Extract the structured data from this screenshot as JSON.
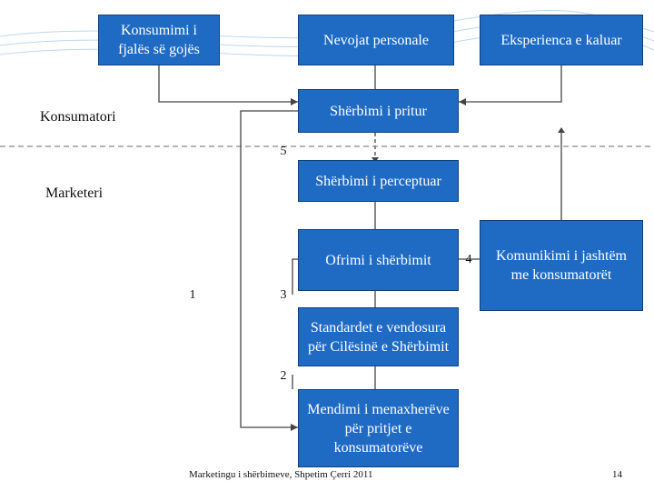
{
  "boxes": {
    "word_of_mouth": "Konsumimi i fjalës së gojës",
    "personal_needs": "Nevojat personale",
    "past_experience": "Eksperienca e kaluar",
    "expected_service": "Shërbimi i pritur",
    "perceived_service": "Shërbimi i perceptuar",
    "service_delivery": "Ofrimi i shërbimit",
    "external_communication": "Komunikimi i jashtëm me konsumatorët",
    "quality_standards": "Standardet e vendosura për Cilësinë e Shërbimit",
    "management_perceptions": "Mendimi i menaxherëve për pritjet e konsumatorëve"
  },
  "labels": {
    "consumer": "Konsumatori",
    "marketer": "Marketeri"
  },
  "gaps": {
    "gap1": "1",
    "gap2": "2",
    "gap3": "3",
    "gap4": "4",
    "gap5": "5"
  },
  "footer": {
    "credit": "Marketingu i shërbimeve, Shpetim Çerri 2011",
    "page_number": "14"
  },
  "colors": {
    "box_fill": "#1f6bc4",
    "box_border": "#0f3f7a",
    "connector": "#444444"
  }
}
